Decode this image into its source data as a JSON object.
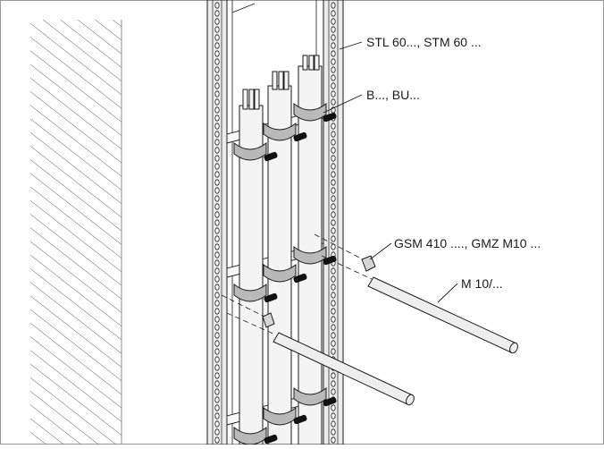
{
  "labels": {
    "rail": "STL 60..., STM 60 ...",
    "clamp": "B..., BU...",
    "nut": "GSM 410 ...., GMZ M10 ...",
    "rod": "M 10/..."
  },
  "colors": {
    "line": "#1a1a1a",
    "rail_fill": "#ececec",
    "cable_fill": "#f4f4f4",
    "clamp_fill": "#b9b9b9",
    "bolt_fill": "#111111",
    "hatch": "#555555",
    "border": "#9a9a9a"
  }
}
